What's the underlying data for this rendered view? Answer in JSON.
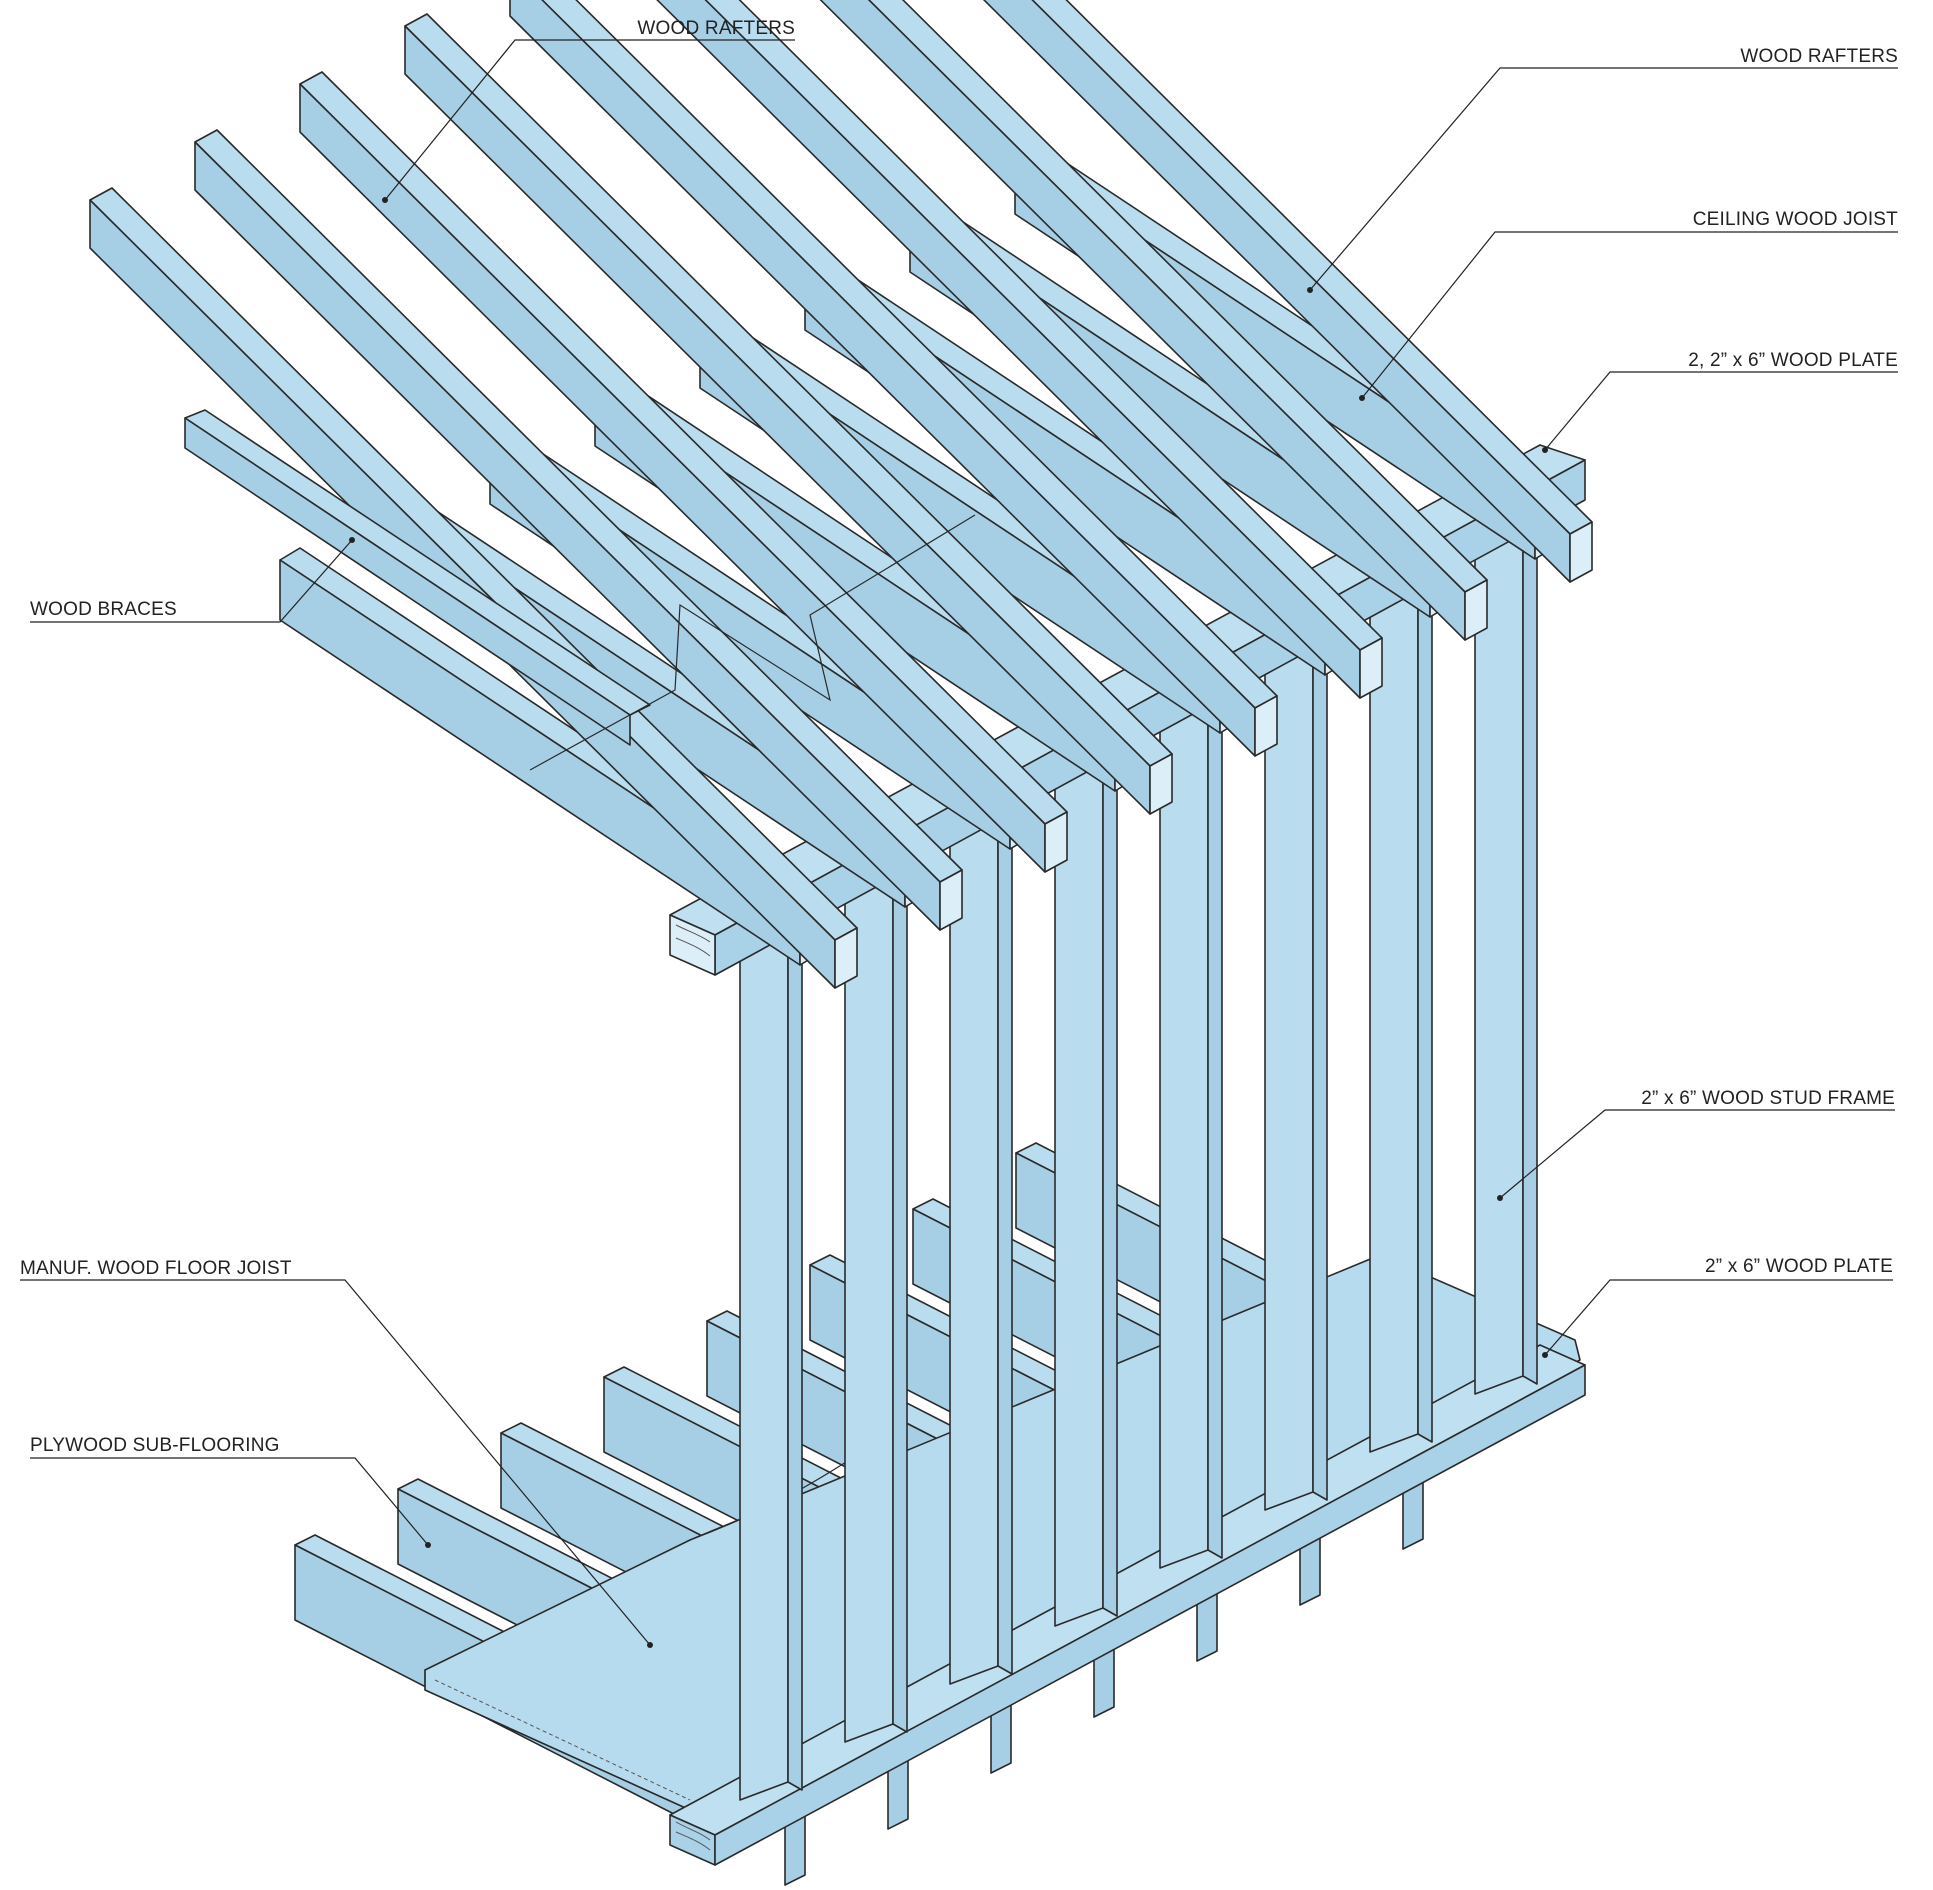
{
  "diagram": {
    "colors": {
      "wood_top": "#b9dcef",
      "wood_side": "#a6cfe6",
      "wood_end": "#dceef8",
      "line": "#2a2a2a",
      "background": "#ffffff"
    },
    "labels": {
      "wood_rafters_left": "WOOD RAFTERS",
      "wood_rafters_right": "WOOD RAFTERS",
      "ceiling_wood_joist": "CEILING WOOD JOIST",
      "top_wood_plate": "2,  2” x 6” WOOD PLATE",
      "wood_braces": "WOOD BRACES",
      "wood_stud_frame": "2” x 6” WOOD STUD FRAME",
      "manuf_floor_joist": "MANUF. WOOD FLOOR JOIST",
      "bottom_wood_plate": "2” x 6” WOOD PLATE",
      "plywood_subflooring": "PLYWOOD SUB-FLOORING"
    }
  }
}
